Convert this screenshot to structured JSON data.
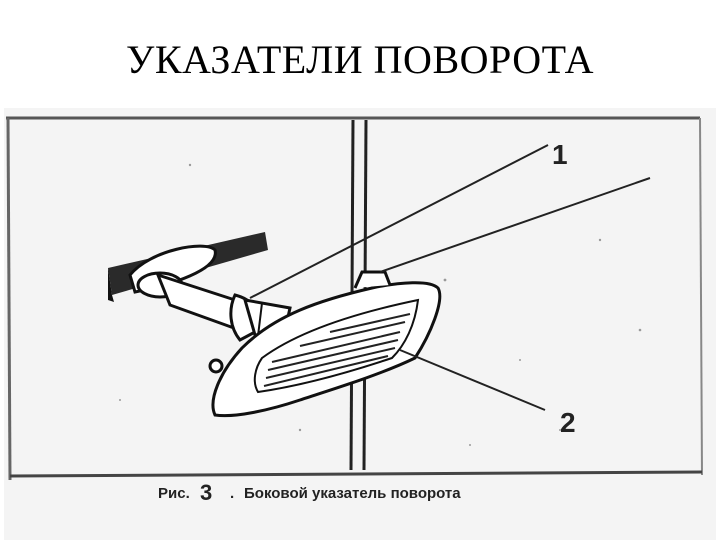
{
  "title": "УКАЗАТЕЛИ ПОВОРОТА",
  "figure": {
    "callouts": [
      {
        "number": "1"
      },
      {
        "number": "2"
      }
    ],
    "caption": {
      "prefix": "Рис.",
      "number": "3",
      "separator": ".",
      "text": "Боковой указатель поворота"
    }
  }
}
